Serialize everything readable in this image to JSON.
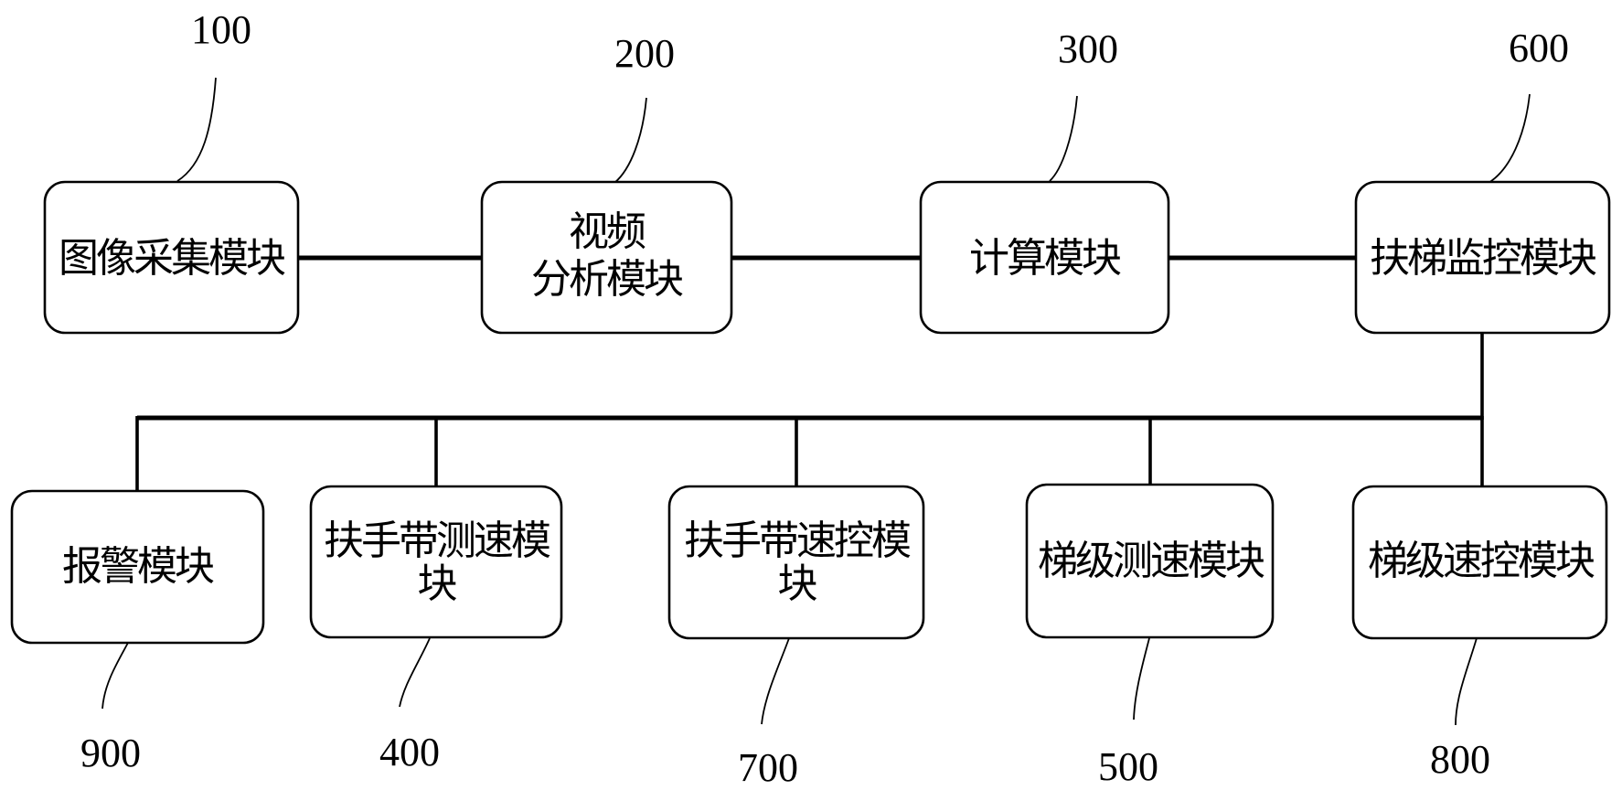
{
  "figure": {
    "background": "#ffffff",
    "line_color": "#000000",
    "nodes": {
      "image_capture": {
        "label": "图像采集模块",
        "ref": "100"
      },
      "video_analysis": {
        "line1": "视频",
        "line2": "分析模块",
        "ref": "200"
      },
      "compute": {
        "label": "计算模块",
        "ref": "300"
      },
      "escalator_monitor": {
        "label": "扶梯监控模块",
        "ref": "600"
      },
      "alarm": {
        "label": "报警模块",
        "ref": "900"
      },
      "handrail_speed_measure": {
        "line1": "扶手带测速模",
        "line2": "块",
        "ref": "400"
      },
      "handrail_speed_control": {
        "line1": "扶手带速控模",
        "line2": "块",
        "ref": "700"
      },
      "step_speed_measure": {
        "label": "梯级测速模块",
        "ref": "500"
      },
      "step_speed_control": {
        "label": "梯级速控模块",
        "ref": "800"
      }
    }
  }
}
